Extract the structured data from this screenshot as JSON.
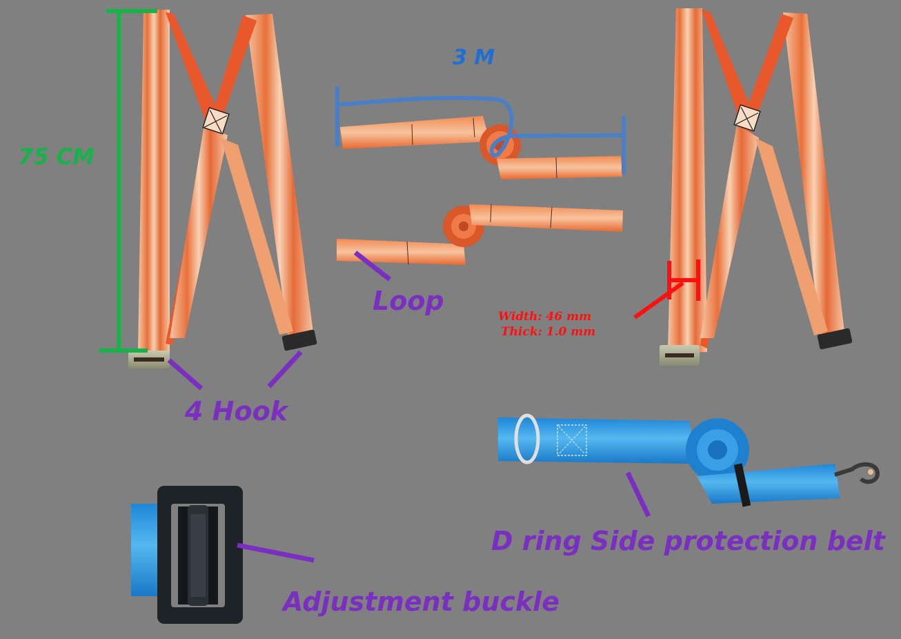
{
  "image": {
    "description": "Product diagram of orange moving/lifting straps with annotations, blue D-ring side protection belt and adjustment buckle",
    "background_color": "#808080"
  },
  "annotations": {
    "length_75cm": {
      "text": "75 CM",
      "color": "#16b24a"
    },
    "length_3m": {
      "text": "3 M",
      "color": "#1f6fd0"
    },
    "loop": {
      "text": "Loop",
      "color": "#7a2fc0"
    },
    "width_spec": {
      "text": "Width: 46 mm",
      "color": "#ff1010"
    },
    "thick_spec": {
      "text": "Thick: 1.0 mm",
      "color": "#ff1010"
    },
    "hook": {
      "text": "4 Hook",
      "color": "#7a2fc0"
    },
    "d_ring_belt": {
      "text": "D ring Side protection belt",
      "color": "#7a2fc0"
    },
    "adjustment_buckle": {
      "text": "Adjustment buckle",
      "color": "#7a2fc0"
    }
  },
  "objects": {
    "left_harness": {
      "color": "#f07040",
      "hooks": 2
    },
    "straight_straps": {
      "count": 2,
      "color": "#f07a3a"
    },
    "right_harness": {
      "color": "#f07040",
      "hooks": 2
    },
    "blue_belt": {
      "color": "#2a8fe0",
      "features": [
        "D ring",
        "snap hook",
        "rubber keeper"
      ]
    },
    "buckle": {
      "color": "#1e2328",
      "strap_color": "#2a8fe0"
    }
  }
}
